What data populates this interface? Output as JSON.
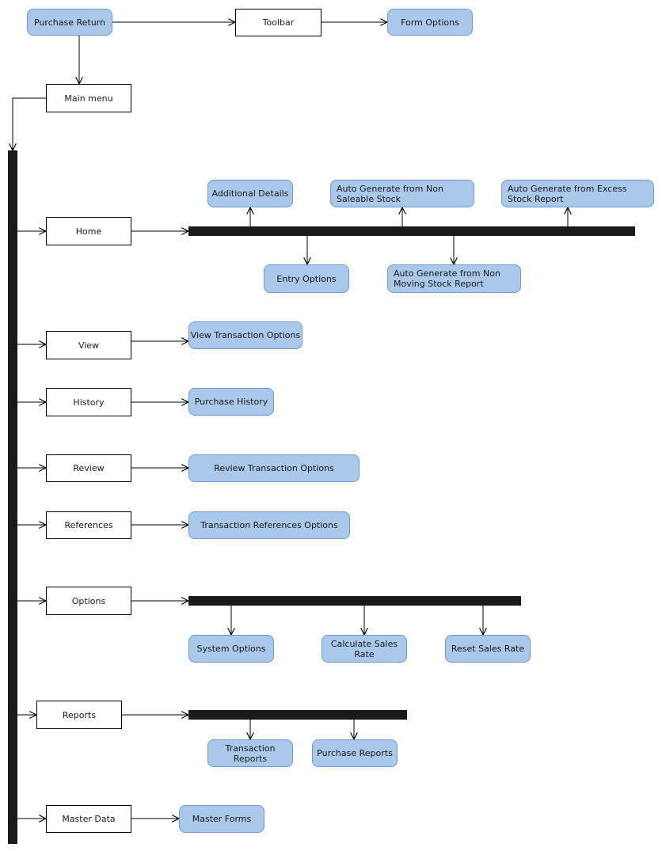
{
  "colors": {
    "rounded_fill": "#a9c8ea",
    "rounded_border": "#6f9bd0",
    "rect_fill": "#ffffff",
    "bar": "#1a1a1a",
    "line": "#000000"
  },
  "nodes": {
    "purchase_return": "Purchase Return",
    "toolbar": "Toolbar",
    "form_options": "Form Options",
    "main_menu": "Main menu",
    "home": "Home",
    "additional_details": "Additional Details",
    "auto_gen_non_saleable": "Auto Generate from Non Saleable Stock",
    "auto_gen_excess_stock": "Auto Generate from Excess Stock Report",
    "entry_options": "Entry Options",
    "auto_gen_non_moving": "Auto Generate from Non Moving Stock Report",
    "view": "View",
    "view_transaction_options": "View Transaction Options",
    "history": "History",
    "purchase_history": "Purchase History",
    "review": "Review",
    "review_transaction_options": "Review Transaction Options",
    "references": "References",
    "transaction_references_options": "Transaction References Options",
    "options": "Options",
    "system_options": "System Options",
    "calculate_sales_rate": "Calculate Sales Rate",
    "reset_sales_rate": "Reset Sales Rate",
    "reports": "Reports",
    "transaction_reports": "Transaction Reports",
    "purchase_reports": "Purchase Reports",
    "master_data": "Master Data",
    "master_forms": "Master Forms"
  }
}
